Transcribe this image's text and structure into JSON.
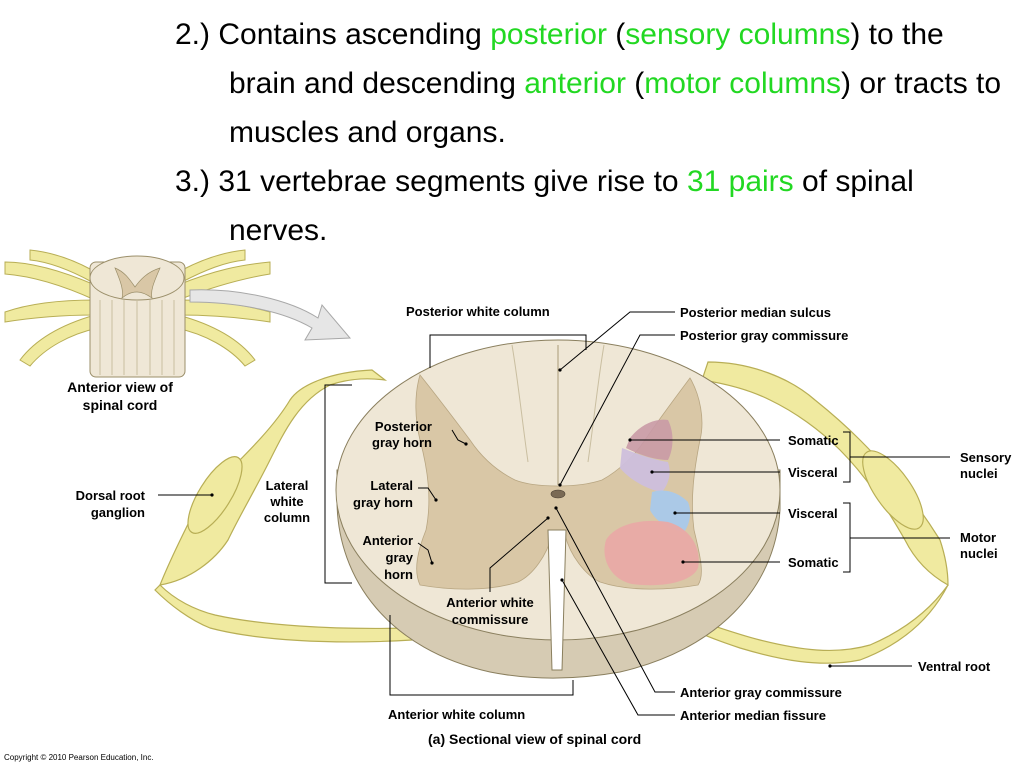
{
  "bullets": [
    {
      "number": "2.)",
      "parts": [
        {
          "text": "Contains ascending ",
          "hl": false
        },
        {
          "text": "posterior",
          "hl": true
        },
        {
          "text": " (",
          "hl": false
        },
        {
          "text": "sensory columns",
          "hl": true
        },
        {
          "text": ") to the brain and descending ",
          "hl": false
        },
        {
          "text": "anterior",
          "hl": true
        },
        {
          "text": " (",
          "hl": false
        },
        {
          "text": "motor columns",
          "hl": true
        },
        {
          "text": ") or tracts to muscles and organs.",
          "hl": false
        }
      ]
    },
    {
      "number": "3.)",
      "parts": [
        {
          "text": "31 vertebrae segments give rise to ",
          "hl": false
        },
        {
          "text": "31 pairs",
          "hl": true
        },
        {
          "text": " of spinal nerves.",
          "hl": false
        }
      ]
    }
  ],
  "colors": {
    "highlight": "#22d822",
    "cord_fill": "#efe7d6",
    "gray_matter": "#d9c7a6",
    "nerve_root": "#f0eaa0",
    "sensory_somatic": "#c99aa6",
    "sensory_visceral": "#cdbfdc",
    "motor_visceral": "#a9c9ea",
    "motor_somatic": "#e9aaa5"
  },
  "figure": {
    "inset_label_line1": "Anterior view of",
    "inset_label_line2": "spinal cord",
    "labels": {
      "posterior_white_column": "Posterior white column",
      "posterior_median_sulcus": "Posterior median sulcus",
      "posterior_gray_commissure": "Posterior gray commissure",
      "posterior_gray_horn_1": "Posterior",
      "posterior_gray_horn_2": "gray horn",
      "lateral_gray_horn_1": "Lateral",
      "lateral_gray_horn_2": "gray horn",
      "anterior_gray_horn_1": "Anterior",
      "anterior_gray_horn_2": "gray",
      "anterior_gray_horn_3": "horn",
      "lateral_white_column_1": "Lateral",
      "lateral_white_column_2": "white",
      "lateral_white_column_3": "column",
      "dorsal_root_ganglion_1": "Dorsal root",
      "dorsal_root_ganglion_2": "ganglion",
      "anterior_white_commissure_1": "Anterior white",
      "anterior_white_commissure_2": "commissure",
      "anterior_white_column": "Anterior white column",
      "anterior_gray_commissure": "Anterior gray commissure",
      "anterior_median_fissure": "Anterior median fissure",
      "somatic_top": "Somatic",
      "visceral_top": "Visceral",
      "visceral_bottom": "Visceral",
      "somatic_bottom": "Somatic",
      "sensory_nuclei_1": "Sensory",
      "sensory_nuclei_2": "nuclei",
      "motor_nuclei_1": "Motor",
      "motor_nuclei_2": "nuclei",
      "ventral_root": "Ventral root"
    },
    "caption": "(a) Sectional view of spinal cord",
    "copyright": "Copyright © 2010 Pearson Education, Inc."
  }
}
